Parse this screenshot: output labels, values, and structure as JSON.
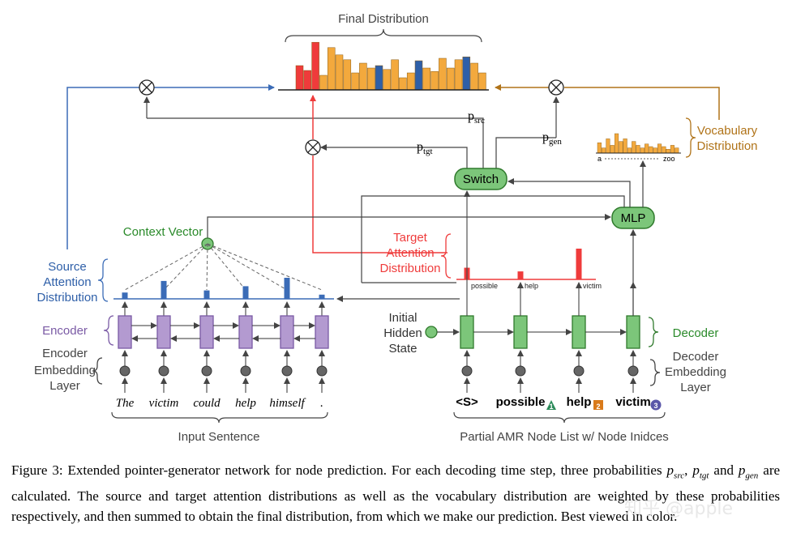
{
  "diagram": {
    "final_distribution_label": "Final Distribution",
    "vocab_label_1": "Vocabulary",
    "vocab_label_2": "Distribution",
    "vocab_axis_start": "a",
    "vocab_axis_end": "zoo",
    "p_src": "p",
    "p_src_sub": "src",
    "p_tgt": "p",
    "p_tgt_sub": "tgt",
    "p_gen": "p",
    "p_gen_sub": "gen",
    "switch_label": "Switch",
    "mlp_label": "MLP",
    "context_vector_label": "Context Vector",
    "target_attention_1": "Target",
    "target_attention_2": "Attention",
    "target_attention_3": "Distribution",
    "source_attention_1": "Source",
    "source_attention_2": "Attention",
    "source_attention_3": "Distribution",
    "encoder_label": "Encoder",
    "encoder_embedding_1": "Encoder",
    "encoder_embedding_2": "Embedding",
    "encoder_embedding_3": "Layer",
    "decoder_label": "Decoder",
    "decoder_embedding_1": "Decoder",
    "decoder_embedding_2": "Embedding",
    "decoder_embedding_3": "Layer",
    "initial_hidden_1": "Initial",
    "initial_hidden_2": "Hidden",
    "initial_hidden_3": "State",
    "input_sentence_label": "Input Sentence",
    "partial_amr_label": "Partial AMR Node List w/ Node Inidces",
    "input_words": [
      "The",
      "victim",
      "could",
      "help",
      "himself",
      "."
    ],
    "amr_nodes": [
      "<S>",
      "possible",
      "help",
      "victim"
    ],
    "node_indices": [
      "1",
      "2",
      "3"
    ],
    "target_attention_words": [
      "possible",
      "help",
      "victim"
    ],
    "source_attention_levels": [
      0.3,
      0.85,
      0.4,
      0.6,
      1.0,
      0.2
    ],
    "target_attention_levels": [
      0.38,
      0.26,
      1.0
    ],
    "final_distribution_bars": [
      {
        "value": 0.5,
        "color": "#ef3b3b"
      },
      {
        "value": 0.4,
        "color": "#ef3b3b"
      },
      {
        "value": 0.98,
        "color": "#ef3b3b"
      },
      {
        "value": 0.3,
        "color": "#f3a93d"
      },
      {
        "value": 0.87,
        "color": "#f3a93d"
      },
      {
        "value": 0.72,
        "color": "#f3a93d"
      },
      {
        "value": 0.62,
        "color": "#f3a93d"
      },
      {
        "value": 0.35,
        "color": "#f3a93d"
      },
      {
        "value": 0.55,
        "color": "#f3a93d"
      },
      {
        "value": 0.45,
        "color": "#f3a93d"
      },
      {
        "value": 0.5,
        "color": "#2e5fa8"
      },
      {
        "value": 0.42,
        "color": "#f3a93d"
      },
      {
        "value": 0.62,
        "color": "#f3a93d"
      },
      {
        "value": 0.25,
        "color": "#f3a93d"
      },
      {
        "value": 0.35,
        "color": "#f3a93d"
      },
      {
        "value": 0.6,
        "color": "#2e5fa8"
      },
      {
        "value": 0.45,
        "color": "#f3a93d"
      },
      {
        "value": 0.38,
        "color": "#f3a93d"
      },
      {
        "value": 0.65,
        "color": "#f3a93d"
      },
      {
        "value": 0.45,
        "color": "#f3a93d"
      },
      {
        "value": 0.62,
        "color": "#f3a93d"
      },
      {
        "value": 0.68,
        "color": "#2e5fa8"
      },
      {
        "value": 0.55,
        "color": "#f3a93d"
      },
      {
        "value": 0.35,
        "color": "#f3a93d"
      }
    ],
    "vocab_distribution_levels": [
      0.4,
      0.2,
      0.55,
      0.3,
      0.75,
      0.45,
      0.55,
      0.2,
      0.45,
      0.3,
      0.2,
      0.35,
      0.25,
      0.2,
      0.35,
      0.25,
      0.15,
      0.3,
      0.2
    ],
    "colors": {
      "source": "#3b6cb7",
      "target": "#ef3b3b",
      "vocab": "#b07318",
      "encoder": "#b39ad0",
      "encoder_border": "#7a5aa5",
      "decoder": "#7cc67a",
      "decoder_border": "#2f7a2c",
      "orange": "#f3a93d"
    }
  },
  "caption": {
    "figure_label": "Figure 3:",
    "text_1": "Extended pointer-generator network for node prediction. For each decoding time step, three probabilities",
    "p_src_base": "p",
    "p_src_sub": "src",
    "p_tgt_base": "p",
    "p_tgt_sub": "tgt",
    "and_word": "and",
    "p_gen_base": "p",
    "p_gen_sub": "gen",
    "text_2": "are calculated. The source and target attention distributions as well as the vocabulary distribution are weighted by these probabilities respectively, and then summed to obtain the final distribution, from which we make our prediction. Best viewed in color."
  },
  "watermark": "知乎 @apple"
}
